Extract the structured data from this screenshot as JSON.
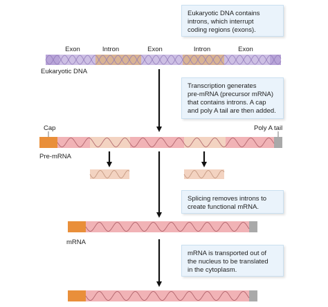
{
  "notes": [
    "Eukaryotic DNA contains\nintrons, which interrupt\ncoding regions (exons).",
    "Transcription generates\npre-mRNA (precursor mRNA)\nthat contains introns. A cap\nand poly A tail are then added.",
    "Splicing removes introns to\ncreate functional mRNA.",
    "mRNA is transported out of\nthe nucleus to be translated\nin the cytoplasm."
  ],
  "dna": {
    "segments": [
      "Exon",
      "Intron",
      "Exon",
      "Intron",
      "Exon"
    ],
    "label": "Eukaryotic DNA"
  },
  "pre_mrna": {
    "cap_label": "Cap",
    "poly_a_label": "Poly A tail",
    "label": "Pre-mRNA"
  },
  "mrna": {
    "label": "mRNA"
  },
  "colors": {
    "dna_exon": "#cdbfe4",
    "dna_intron": "#d9b393",
    "rna_exon": "#f1b3b6",
    "rna_intron": "#f3d3c1",
    "cap": "#e98f3a",
    "note_bg": "#eaf3fb"
  }
}
